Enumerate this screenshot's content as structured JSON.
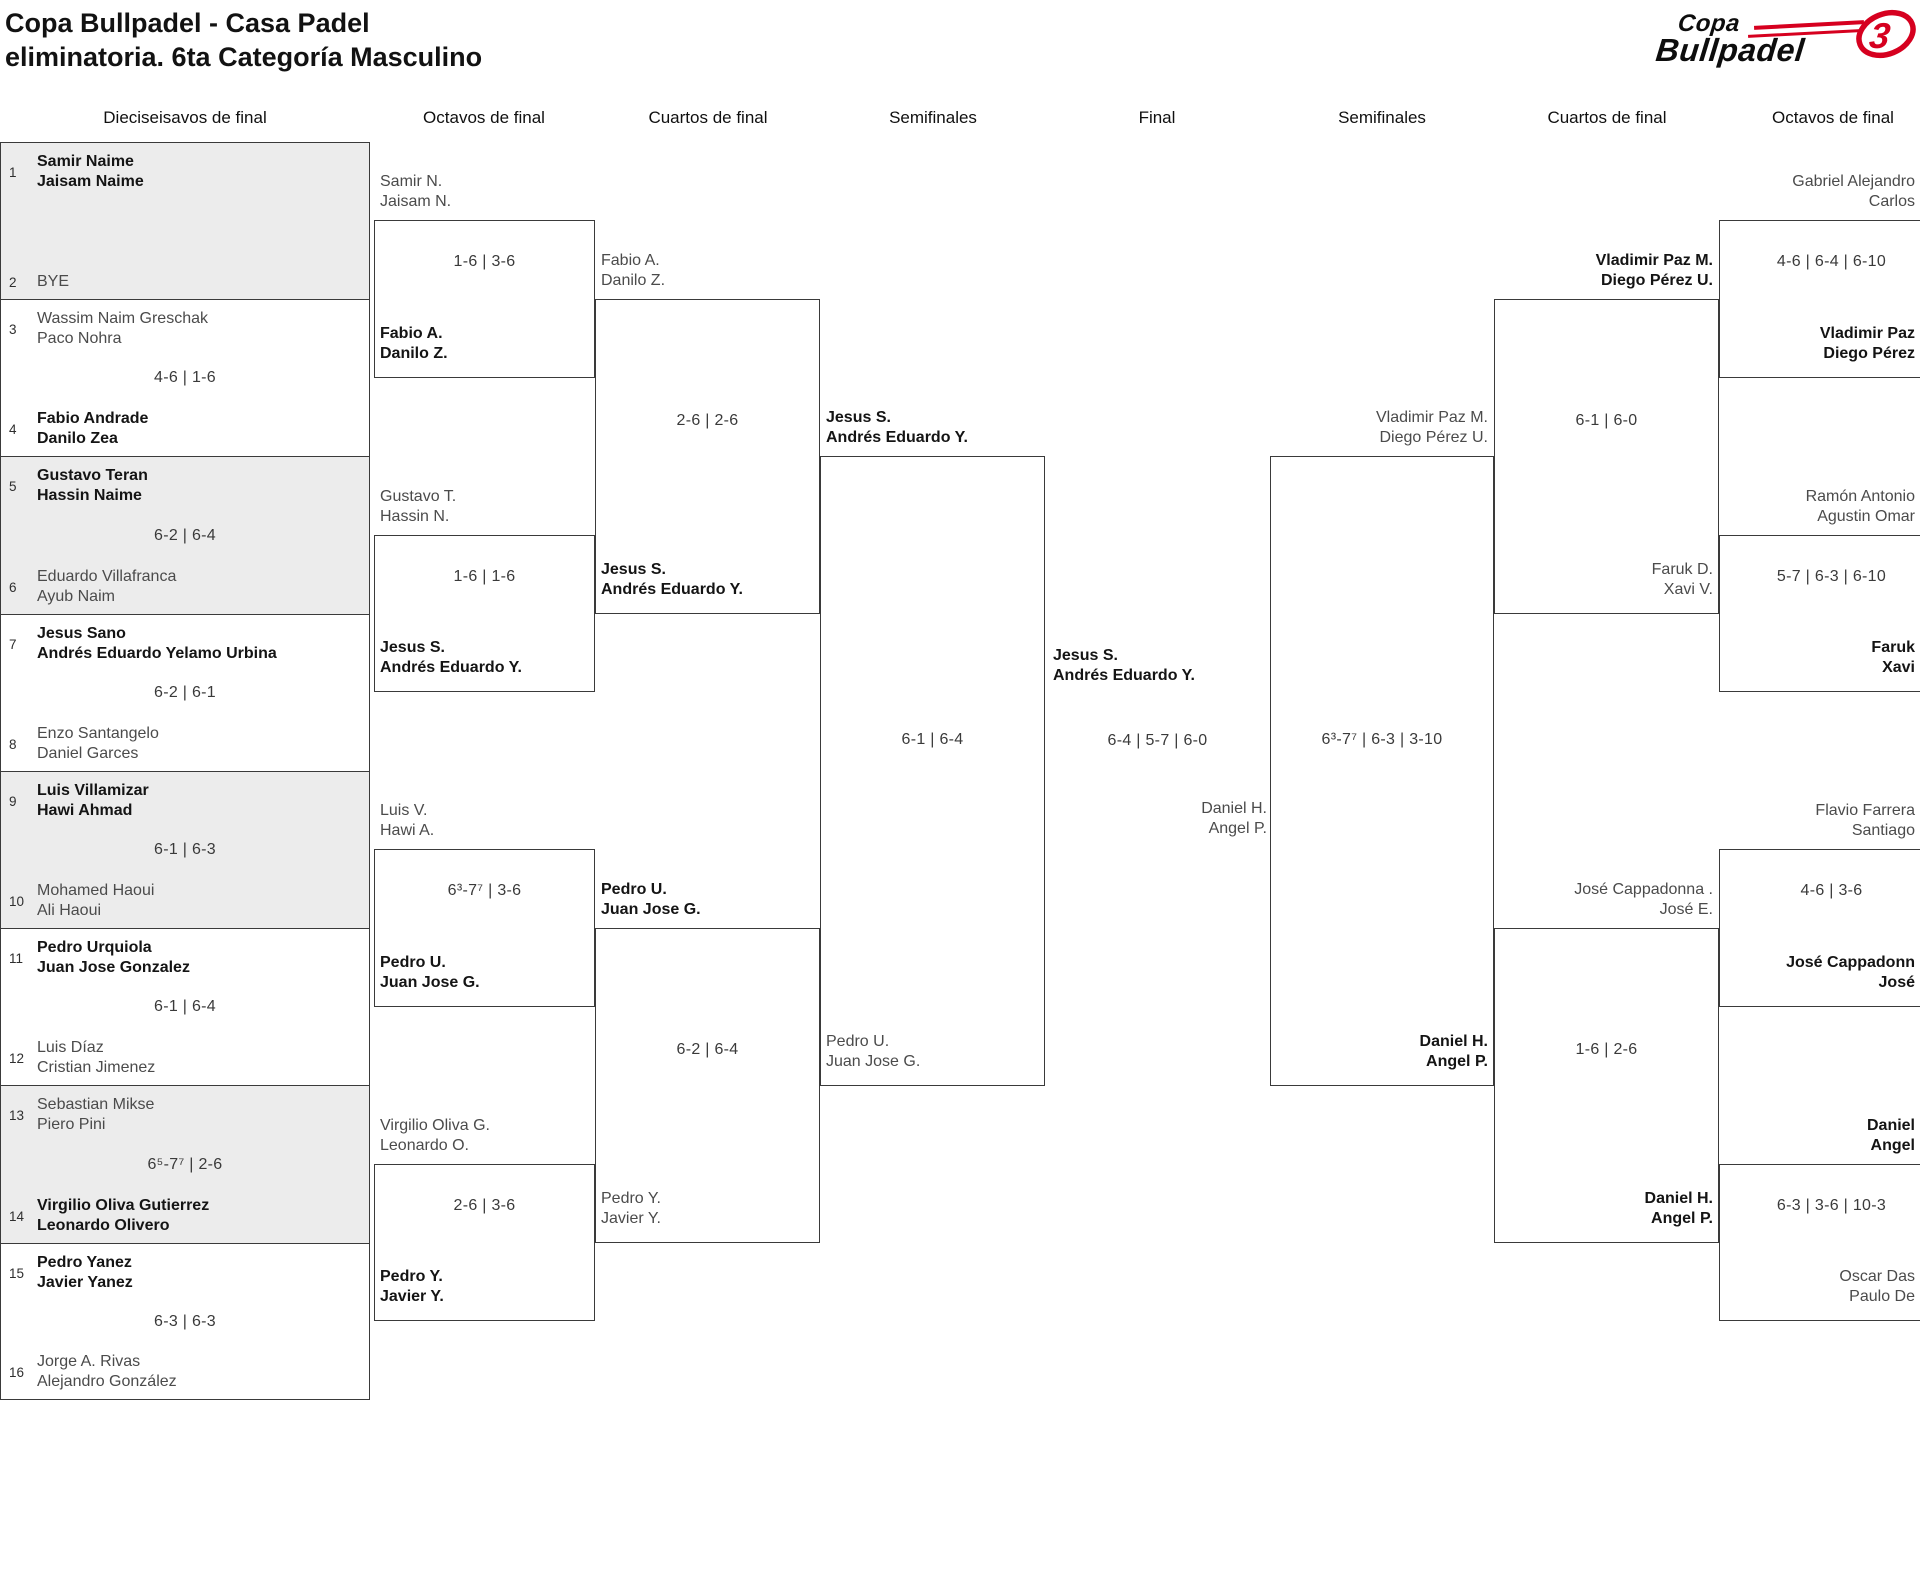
{
  "title": {
    "line1": "Copa Bullpadel - Casa Padel",
    "line2": "eliminatoria. 6ta Categoría Masculino"
  },
  "logo": {
    "word1": "Copa",
    "word2": "Bullpadel",
    "mark": "3"
  },
  "colors": {
    "accent_red": "#d6001f",
    "winner_text": "#141414",
    "loser_text": "#4b4b4b",
    "block_gray": "#ececec",
    "line": "#3a3a3a"
  },
  "rounds": [
    "Dieciseisavos de final",
    "Octavos de final",
    "Cuartos de final",
    "Semifinales",
    "Final",
    "Semifinales",
    "Cuartos de final",
    "Octavos de final"
  ],
  "r32": {
    "blocks": [
      {
        "seed_a": "1",
        "a1": "Samir Naime",
        "a2": "Jaisam Naime",
        "score": "",
        "seed_b": "2",
        "b1": "BYE",
        "b2": ""
      },
      {
        "seed_a": "3",
        "a1": "Wassim Naim Greschak",
        "a2": "Paco Nohra",
        "score": "4-6 | 1-6",
        "seed_b": "4",
        "b1": "Fabio Andrade",
        "b2": "Danilo Zea"
      },
      {
        "seed_a": "5",
        "a1": "Gustavo Teran",
        "a2": "Hassin Naime",
        "score": "6-2 | 6-4",
        "seed_b": "6",
        "b1": "Eduardo Villafranca",
        "b2": "Ayub Naim"
      },
      {
        "seed_a": "7",
        "a1": "Jesus Sano",
        "a2": "Andrés Eduardo Yelamo Urbina",
        "score": "6-2 | 6-1",
        "seed_b": "8",
        "b1": "Enzo Santangelo",
        "b2": "Daniel Garces"
      },
      {
        "seed_a": "9",
        "a1": "Luis Villamizar",
        "a2": "Hawi Ahmad",
        "score": "6-1 | 6-3",
        "seed_b": "10",
        "b1": "Mohamed Haoui",
        "b2": "Ali Haoui"
      },
      {
        "seed_a": "11",
        "a1": "Pedro Urquiola",
        "a2": "Juan Jose Gonzalez",
        "score": "6-1 | 6-4",
        "seed_b": "12",
        "b1": "Luis Díaz",
        "b2": "Cristian Jimenez"
      },
      {
        "seed_a": "13",
        "a1": "Sebastian Mikse",
        "a2": "Piero Pini",
        "score": "6⁵-7⁷ | 2-6",
        "seed_b": "14",
        "b1": "Virgilio Oliva Gutierrez",
        "b2": "Leonardo Olivero"
      },
      {
        "seed_a": "15",
        "a1": "Pedro Yanez",
        "a2": "Javier Yanez",
        "score": "6-3 | 6-3",
        "seed_b": "16",
        "b1": "Jorge A. Rivas",
        "b2": "Alejandro González"
      }
    ]
  },
  "r16_left": {
    "matches": [
      {
        "t1": "Samir N.",
        "t2": "Jaisam N.",
        "s": "1-6 | 3-6",
        "b1": "Fabio A.",
        "b2": "Danilo Z."
      },
      {
        "t1": "Gustavo T.",
        "t2": "Hassin N.",
        "s": "1-6 | 1-6",
        "b1": "Jesus S.",
        "b2": "Andrés Eduardo Y."
      },
      {
        "t1": "Luis V.",
        "t2": "Hawi A.",
        "s": "6³-7⁷ | 3-6",
        "b1": "Pedro U.",
        "b2": "Juan Jose G."
      },
      {
        "t1": "Virgilio Oliva G.",
        "t2": "Leonardo O.",
        "s": "2-6 | 3-6",
        "b1": "Pedro Y.",
        "b2": "Javier Y."
      }
    ]
  },
  "qf_left": {
    "matches": [
      {
        "t1": "Fabio A.",
        "t2": "Danilo Z.",
        "s": "2-6 | 2-6",
        "b1": "Jesus S.",
        "b2": "Andrés Eduardo Y."
      },
      {
        "t1": "Pedro U.",
        "t2": "Juan Jose G.",
        "s": "6-2 | 6-4",
        "b1": "Pedro Y.",
        "b2": "Javier Y."
      }
    ]
  },
  "sf_left": {
    "t1": "Jesus S.",
    "t2": "Andrés Eduardo Y.",
    "s": "6-1 | 6-4",
    "b1": "Pedro U.",
    "b2": "Juan Jose G."
  },
  "final": {
    "w1": "Jesus S.",
    "w2": "Andrés Eduardo Y.",
    "s": "6-4 | 5-7 | 6-0",
    "r1": "Daniel H.",
    "r2": "Angel P."
  },
  "sf_right": {
    "t1": "Vladimir Paz M.",
    "t2": "Diego Pérez U.",
    "s": "6³-7⁷ | 6-3 | 3-10",
    "b1": "Daniel H.",
    "b2": "Angel P."
  },
  "qf_right": {
    "matches": [
      {
        "t1": "Vladimir Paz M.",
        "t2": "Diego Pérez U.",
        "s": "6-1 | 6-0",
        "b1": "Faruk D.",
        "b2": "Xavi V."
      },
      {
        "t1": "José Cappadonna .",
        "t2": "José E.",
        "s": "1-6 | 2-6",
        "b1": "Daniel H.",
        "b2": "Angel P."
      }
    ]
  },
  "r16_right": {
    "matches": [
      {
        "t1": "Gabriel Alejandro",
        "t2": "Carlos",
        "s": "4-6 | 6-4 | 6-10",
        "b1": "Vladimir Paz",
        "b2": "Diego Pérez"
      },
      {
        "t1": "Ramón Antonio",
        "t2": "Agustin Omar",
        "s": "5-7 | 6-3 | 6-10",
        "b1": "Faruk",
        "b2": "Xavi"
      },
      {
        "t1": "Flavio Farrera",
        "t2": "Santiago",
        "s": "4-6 | 3-6",
        "b1": "José Cappadonn",
        "b2": "José"
      },
      {
        "t1": "Daniel",
        "t2": "Angel",
        "s": "6-3 | 3-6 | 10-3",
        "b1": "Oscar Das",
        "b2": "Paulo De"
      }
    ]
  }
}
